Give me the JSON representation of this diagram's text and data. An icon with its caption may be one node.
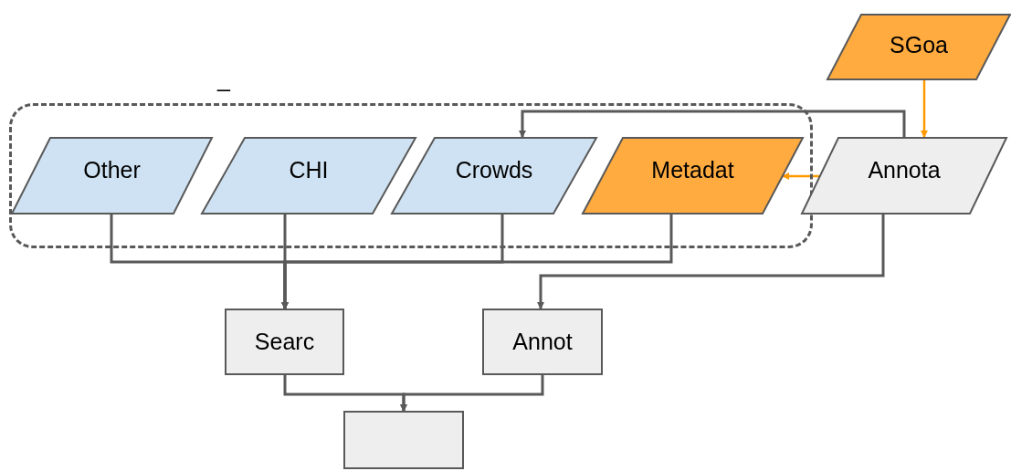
{
  "diagram": {
    "nodes": [
      {
        "text": [],
        "shape": "box"
      },
      {
        "text": [
          "Other"
        ],
        "in": 0
      },
      {
        "text": [
          "CHI"
        ],
        "in": 0
      },
      {
        "text": [
          "Crowds"
        ],
        "in": 0
      },
      {
        "text": [
          "Metadat"
        ],
        "in": 0
      },
      {
        "text": [
          "SGoa"
        ]
      },
      {
        "text": [
          "Annota"
        ]
      },
      {
        "text": [
          "Searc"
        ]
      },
      {
        "text": [
          "Annot"
        ]
      },
      {
        "text": [],
        "shape": "box"
      }
    ],
    "edges": [
      {
        "from": 1,
        "to": 7,
        "arrow": "to"
      },
      {
        "from": 2,
        "to": 7,
        "arrow": "to"
      },
      {
        "from": 3,
        "to": 7,
        "arrow": "to"
      },
      {
        "from": 4,
        "to": 7,
        "arrow": "to"
      },
      {
        "from": 6,
        "to": 8,
        "arrow": "to"
      },
      {
        "from": 6,
        "to": 3,
        "arrow": "to"
      },
      {
        "from": 5,
        "to": 6,
        "arrow": "to",
        "color": "#ff9900"
      },
      {
        "from": 6,
        "to": 4,
        "arrow": "to",
        "color": "#ff9900"
      },
      {
        "from": 7,
        "to": 9,
        "arrow": "to"
      },
      {
        "from": 8,
        "to": 9,
        "arrow": "to"
      }
    ],
    "labels": [
      "_"
    ]
  }
}
